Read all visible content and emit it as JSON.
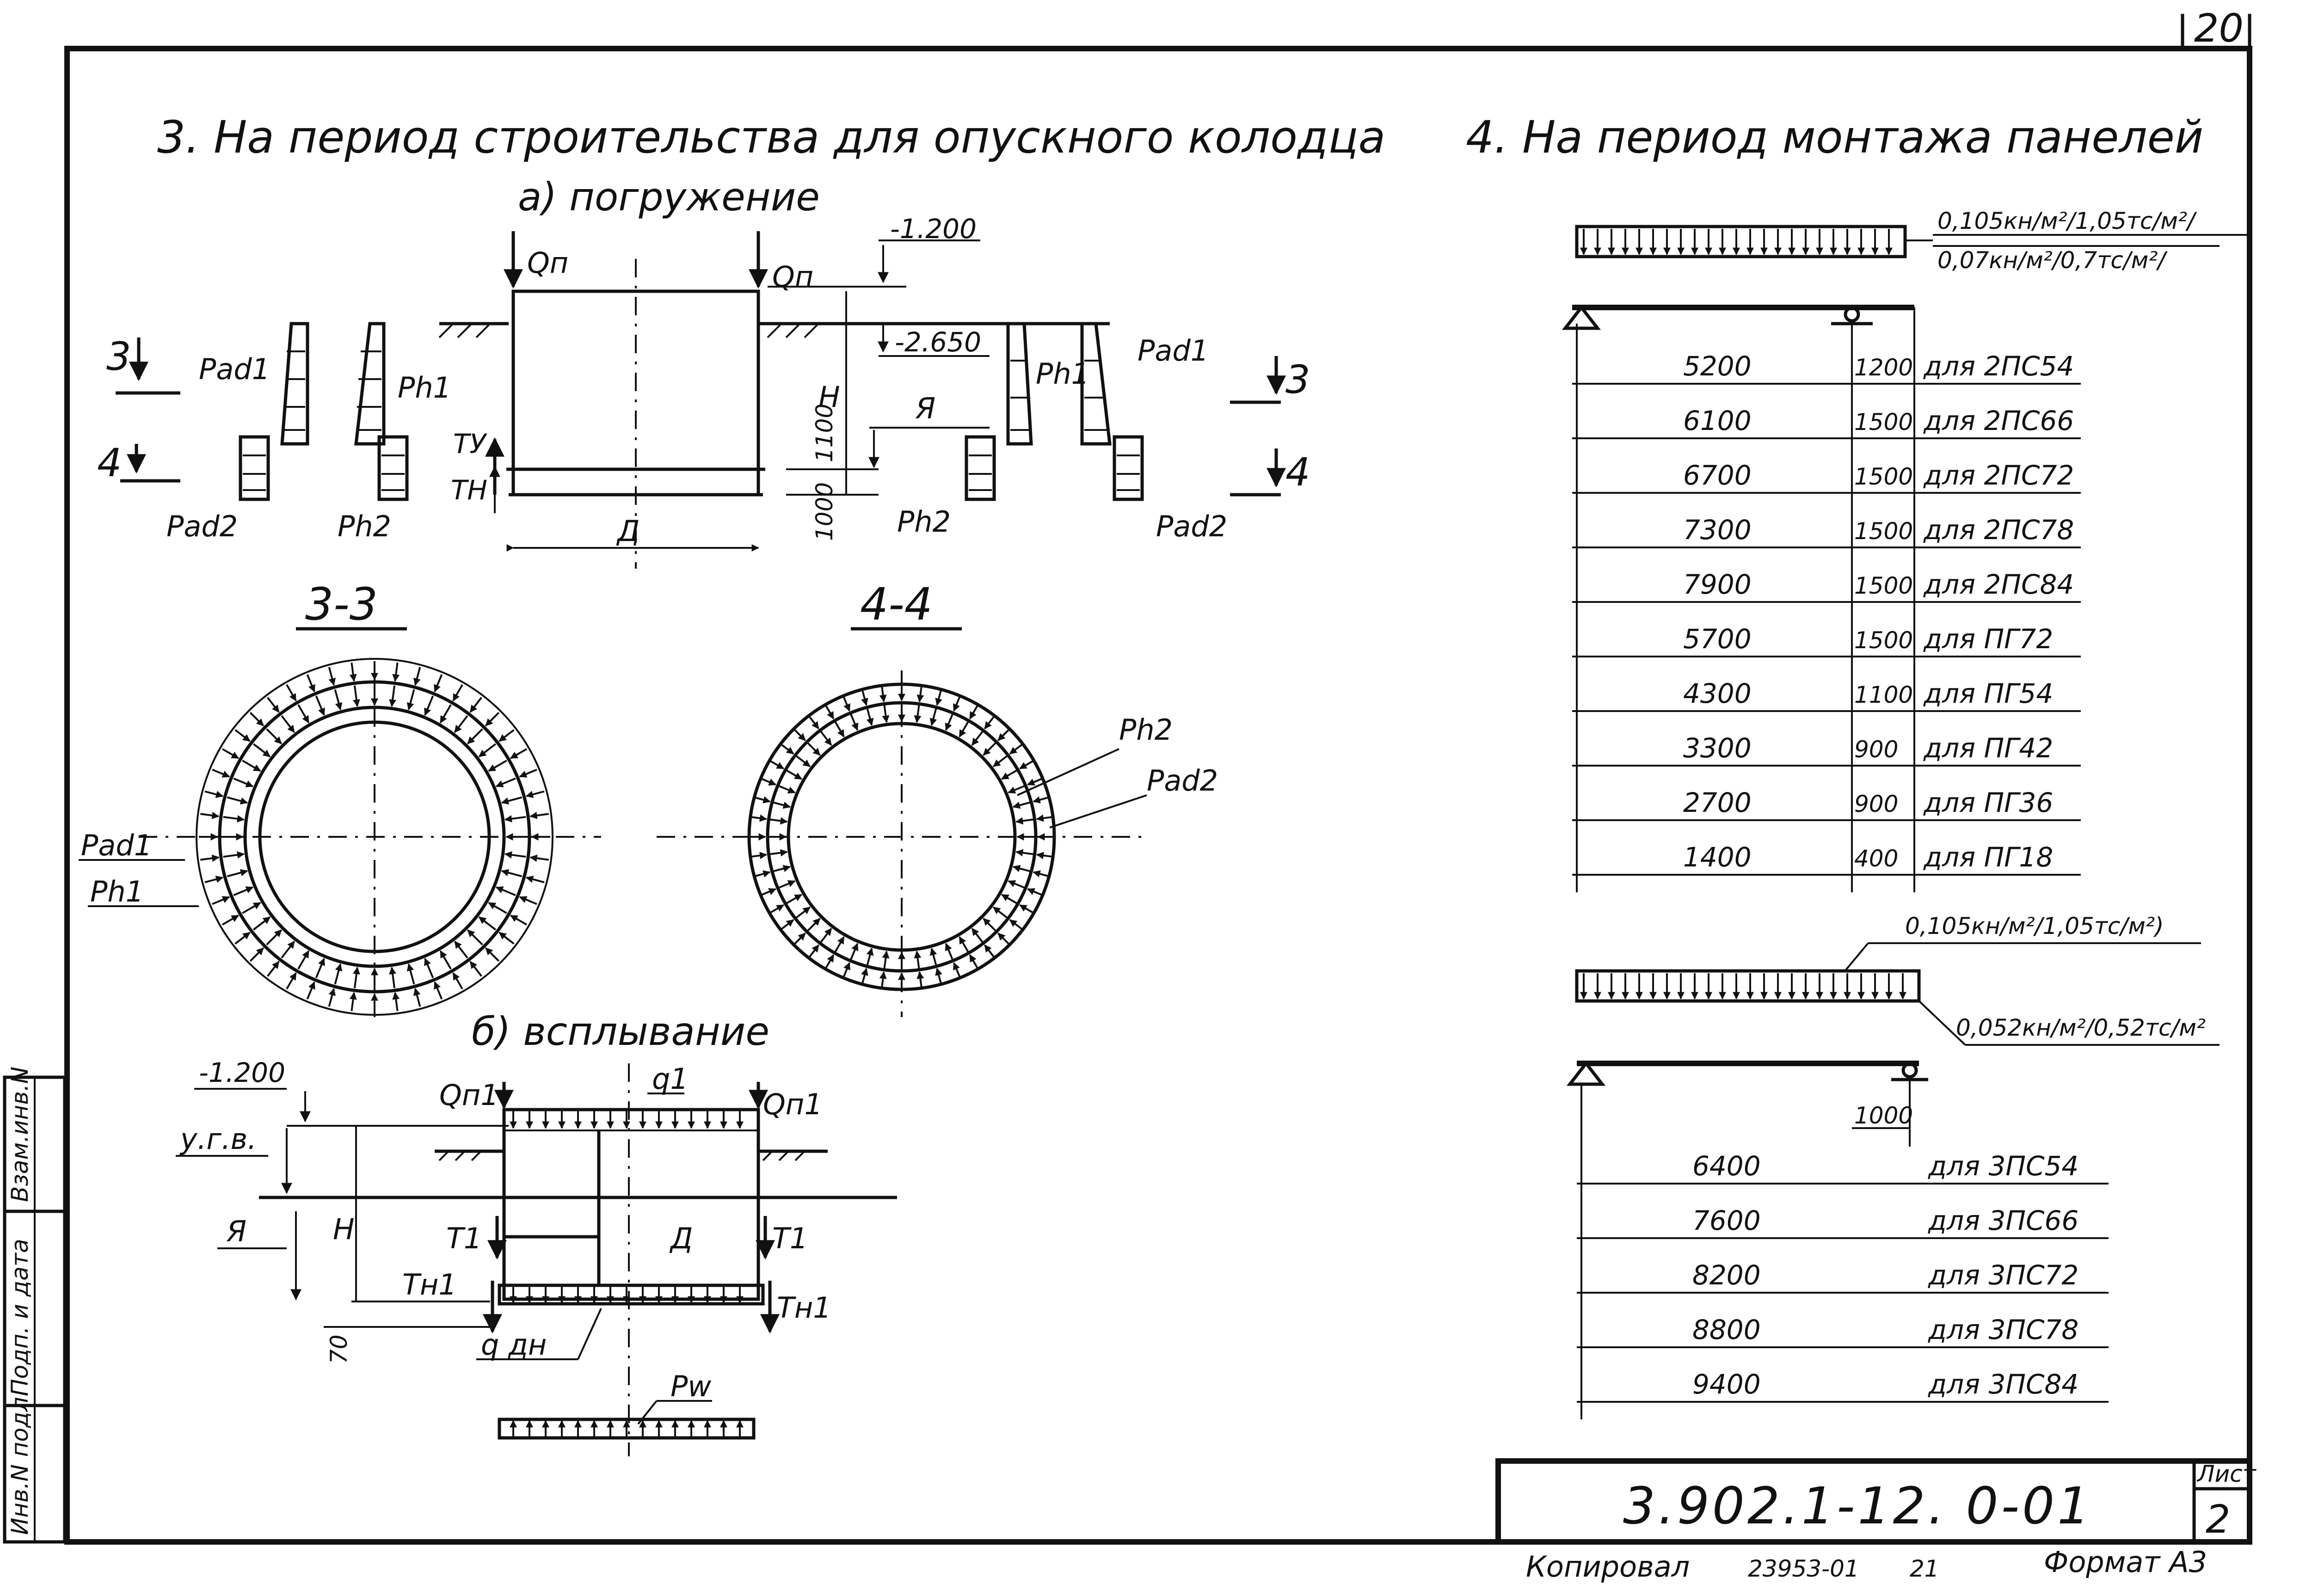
{
  "sheet_number_corner": "20",
  "sections": {
    "s3": {
      "title": "3. На период строительства для опускного колодца",
      "subtitle_a": "а) погружение",
      "subtitle_b": "б) всплывание",
      "cut_3_3": "3-3",
      "cut_4_4": "4-4"
    },
    "s4": {
      "title": "4. На период монтажа панелей"
    }
  },
  "labels_a": {
    "Qn": "Qп",
    "lvl_top": "-1.200",
    "lvl_ground": "-2.650",
    "H": "H",
    "A": "Я",
    "D": "Д",
    "TU": "ТУ",
    "TN": "ТН",
    "Pad1": "Pad1",
    "Pad2": "Pad2",
    "Ph1": "Ph1",
    "Ph2": "Ph2",
    "mark3": "3",
    "mark4": "4",
    "dim1100": "1100",
    "dim1000": "1000"
  },
  "labels_rings": {
    "Pad1": "Pad1",
    "Ph1": "Ph1",
    "Ph2": "Ph2",
    "Pad2": "Pad2"
  },
  "labels_b": {
    "lvl_top": "-1.200",
    "ugv": "у.г.в.",
    "A": "Я",
    "H": "H",
    "Qn1": "Qп1",
    "q1": "q1",
    "T1": "T1",
    "Tn1": "Тн1",
    "D": "Д",
    "qdn": "q дн",
    "Pw": "Pw",
    "dim_small": "70"
  },
  "beam1": {
    "load_top": "0,105кн/м²/1,05тс/м²/",
    "load_bottom": "0,07кн/м²/0,7тс/м²/",
    "rows": [
      {
        "span": "5200",
        "overhang": "1200",
        "note": "для 2ПС54"
      },
      {
        "span": "6100",
        "overhang": "1500",
        "note": "для 2ПС66"
      },
      {
        "span": "6700",
        "overhang": "1500",
        "note": "для 2ПС72"
      },
      {
        "span": "7300",
        "overhang": "1500",
        "note": "для 2ПС78"
      },
      {
        "span": "7900",
        "overhang": "1500",
        "note": "для 2ПС84"
      },
      {
        "span": "5700",
        "overhang": "1500",
        "note": "для ПГ72"
      },
      {
        "span": "4300",
        "overhang": "1100",
        "note": "для ПГ54"
      },
      {
        "span": "3300",
        "overhang": "900",
        "note": "для ПГ42"
      },
      {
        "span": "2700",
        "overhang": "900",
        "note": "для ПГ36"
      },
      {
        "span": "1400",
        "overhang": "400",
        "note": "для ПГ18"
      }
    ]
  },
  "beam2": {
    "load_top": "0,105кн/м²/1,05тс/м²)",
    "load_bottom": "0,052кн/м²/0,52тс/м²",
    "overhang": "1000",
    "rows": [
      {
        "span": "6400",
        "note": "для 3ПС54"
      },
      {
        "span": "7600",
        "note": "для 3ПС66"
      },
      {
        "span": "8200",
        "note": "для 3ПС72"
      },
      {
        "span": "8800",
        "note": "для 3ПС78"
      },
      {
        "span": "9400",
        "note": "для 3ПС84"
      }
    ]
  },
  "stamp": {
    "code": "3.902.1-12. 0-01",
    "list_label": "Лист",
    "list_number": "2"
  },
  "footer": {
    "copied": "Копировал",
    "number": "23953-01",
    "n21": "21",
    "format": "Формат A3"
  },
  "side_stamp": {
    "cell1": "Взам.инв.N",
    "cell2": "Подп. и дата",
    "cell3": "Инв.N подл."
  }
}
